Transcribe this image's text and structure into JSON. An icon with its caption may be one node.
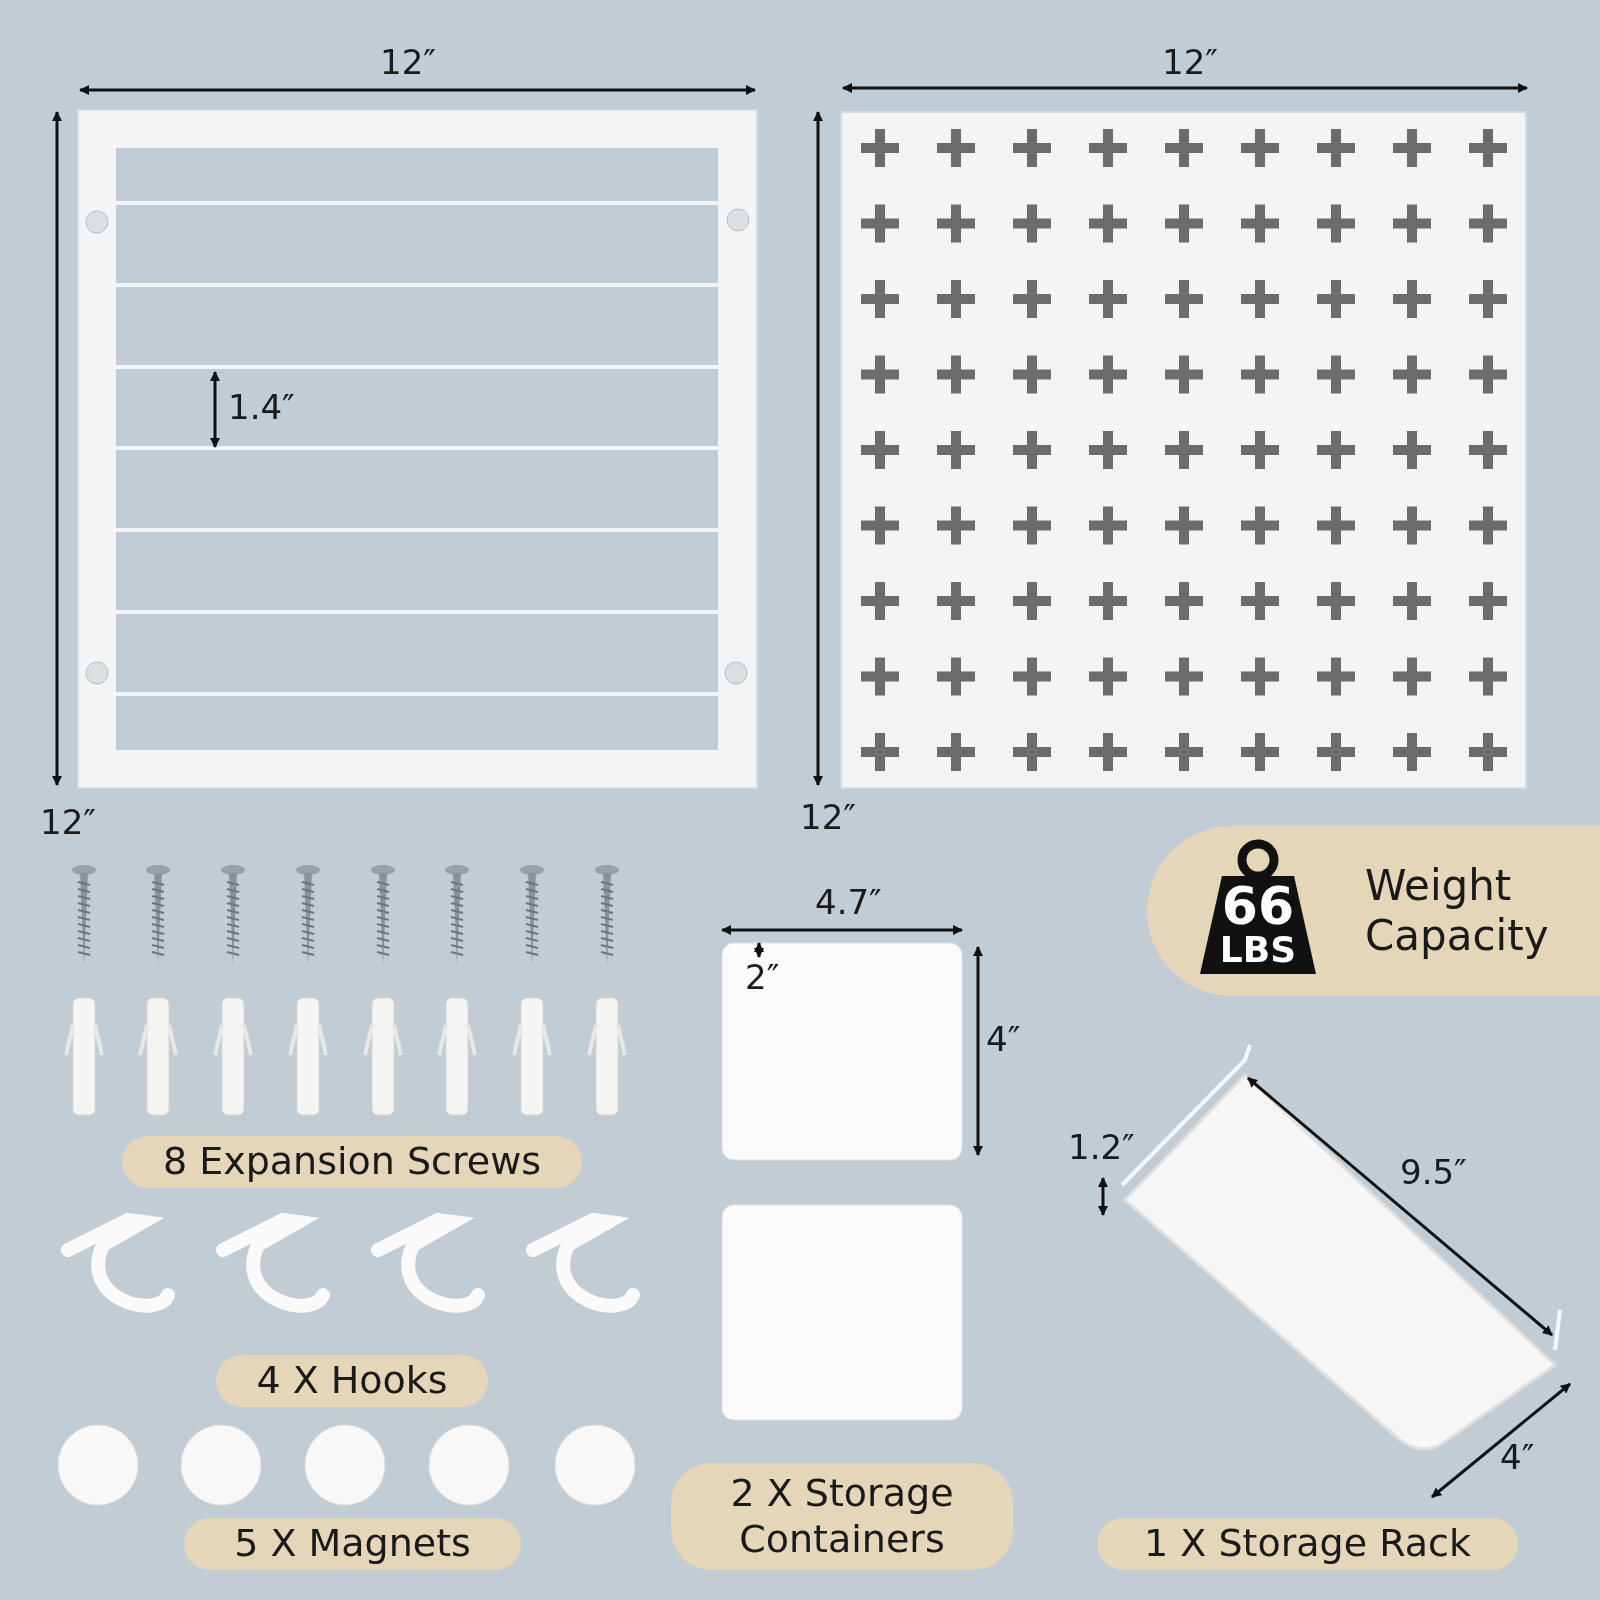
{
  "diagram": {
    "nodes": [
      {
        "text": [
          "Weight Capacity"
        ]
      },
      {
        "text": [
          "66",
          "LBS"
        ],
        "in": 0
      },
      {
        "text": [
          "8 Expansion Screws"
        ]
      },
      {
        "text": [
          "4 X Hooks"
        ]
      },
      {
        "text": [
          "2 X Storage Containers"
        ]
      },
      {
        "text": [
          "5 X Magnets"
        ]
      },
      {
        "text": [
          "1 X Storage Rack"
        ]
      }
    ],
    "edges": [],
    "labels": [
      "12″",
      "12″",
      "1.4″",
      "12″",
      "12″",
      "4.7″",
      "2″",
      "4″",
      "1.2″",
      "9.5″",
      "4″"
    ]
  }
}
